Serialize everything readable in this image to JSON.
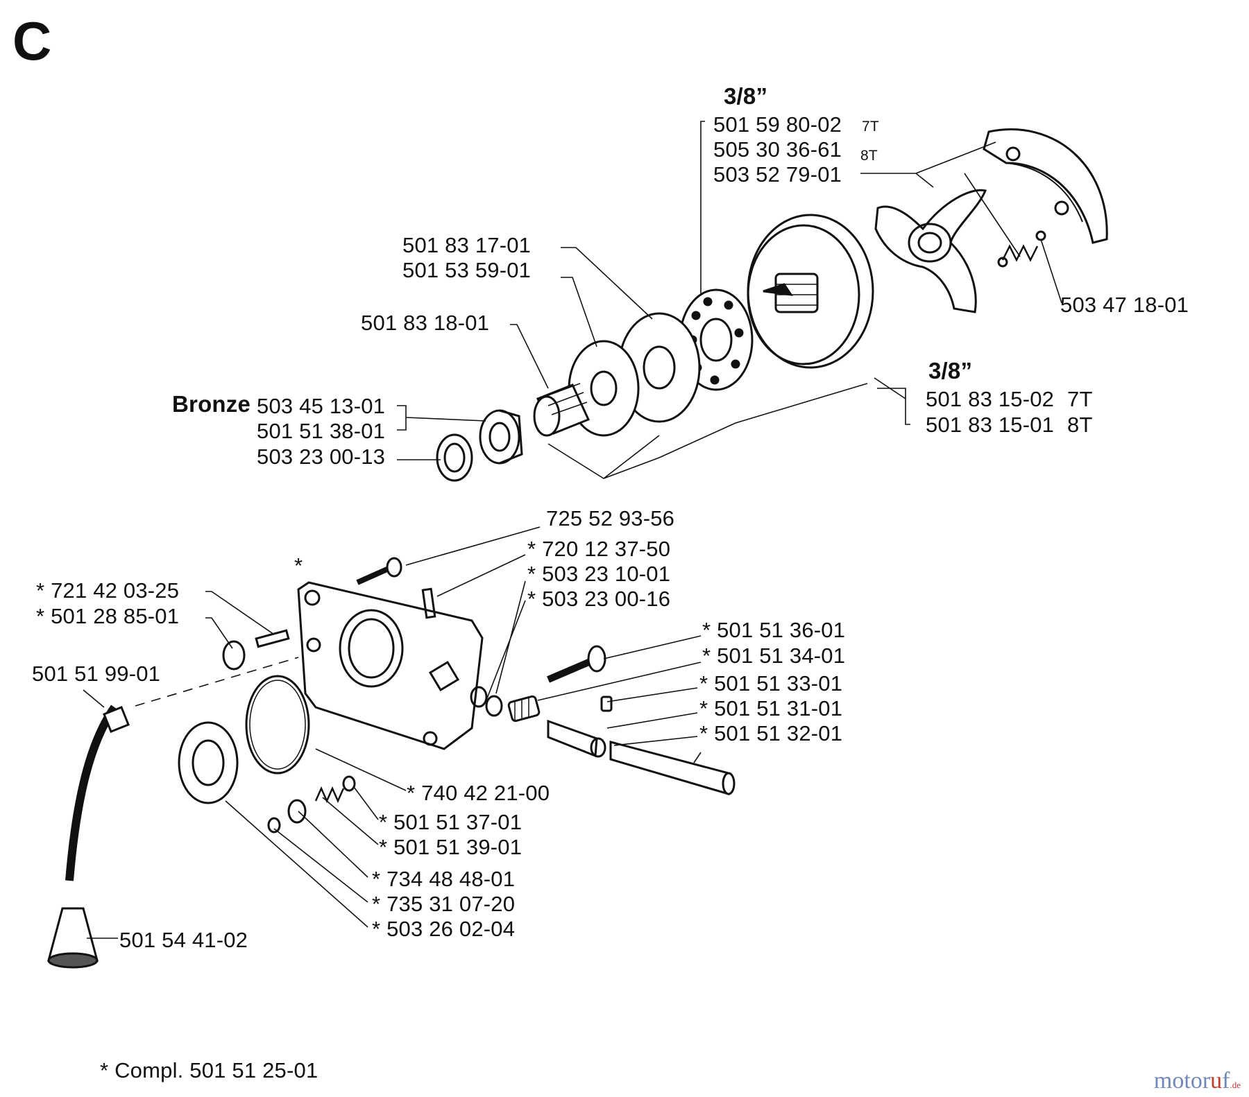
{
  "section_letter": "C",
  "brand": {
    "name_pre": "motor",
    "name_accent": "u",
    "name_post": "f",
    "tld": ".de"
  },
  "labels": {
    "size_top": "3/8”",
    "p_501598002": "501 59 80-02",
    "t_7t_top": "7T",
    "p_505303661": "505 30 36-61",
    "t_8t_top": "8T",
    "p_503527901": "503 52 79-01",
    "p_501831701": "501 83 17-01",
    "p_501535901": "501 53 59-01",
    "p_501831801": "501 83 18-01",
    "p_503471801": "503 47 18-01",
    "size_mid": "3/8”",
    "p_501831502": "501 83 15-02",
    "t_7t": "7T",
    "p_501831501": "501 83 15-01",
    "t_8t": "8T",
    "bronze": "Bronze",
    "p_503451301": "503 45 13-01",
    "p_501513801": "501 51 38-01",
    "p_503230013": "503 23 00-13",
    "p_725529356": "725 52 93-56",
    "p_720123750": "* 720 12 37-50",
    "p_503231001": "* 503 23 10-01",
    "p_503230016": "* 503 23 00-16",
    "p_721420325": "* 721 42 03-25",
    "p_501288501": "* 501 28 85-01",
    "p_501519901": "501 51 99-01",
    "p_501513601": "* 501 51 36-01",
    "p_501513401": "* 501 51 34-01",
    "p_501513301": "* 501 51 33-01",
    "p_501513101": "* 501 51 31-01",
    "p_501513201": "* 501 51 32-01",
    "p_740422100": "* 740 42 21-00",
    "p_501513701": "* 501 51 37-01",
    "p_501513901": "* 501 51 39-01",
    "p_734484801": "* 734 48 48-01",
    "p_735310720": "* 735 31 07-20",
    "p_503260204": "* 503 26 02-04",
    "p_501544102": "501 54 41-02",
    "asterisk": "*",
    "footnote": "* Compl. 501 51 25-01"
  }
}
